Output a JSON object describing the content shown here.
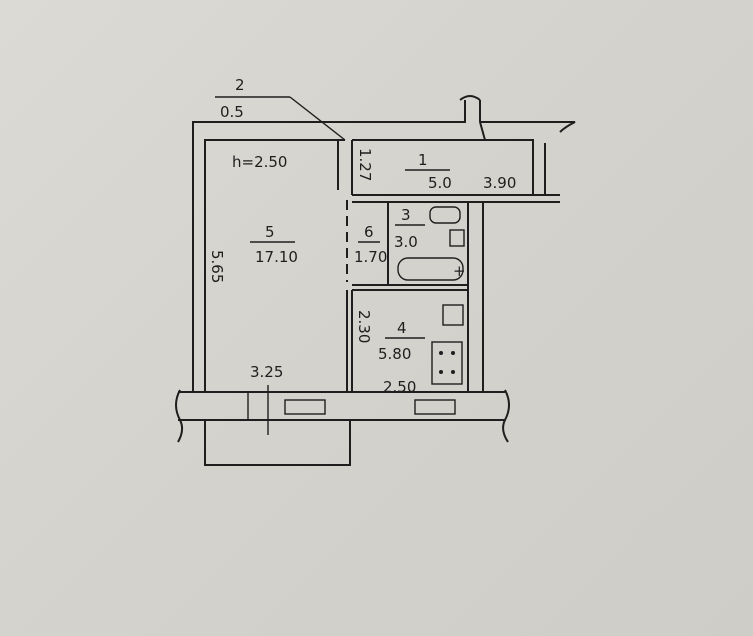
{
  "plan": {
    "ceiling_height": "h=2.50",
    "rooms": [
      {
        "number": "1",
        "area": "5.0",
        "dim": "3.90",
        "side_dim": "1.27"
      },
      {
        "number": "2",
        "area": "0.5"
      },
      {
        "number": "3",
        "area": "3.0"
      },
      {
        "number": "4",
        "area": "5.80",
        "dim_w": "2.50",
        "dim_h": "2.30"
      },
      {
        "number": "5",
        "area": "17.10",
        "dim_h": "5.65",
        "dim_w": "3.25"
      },
      {
        "number": "6",
        "area": "1.70"
      }
    ]
  }
}
